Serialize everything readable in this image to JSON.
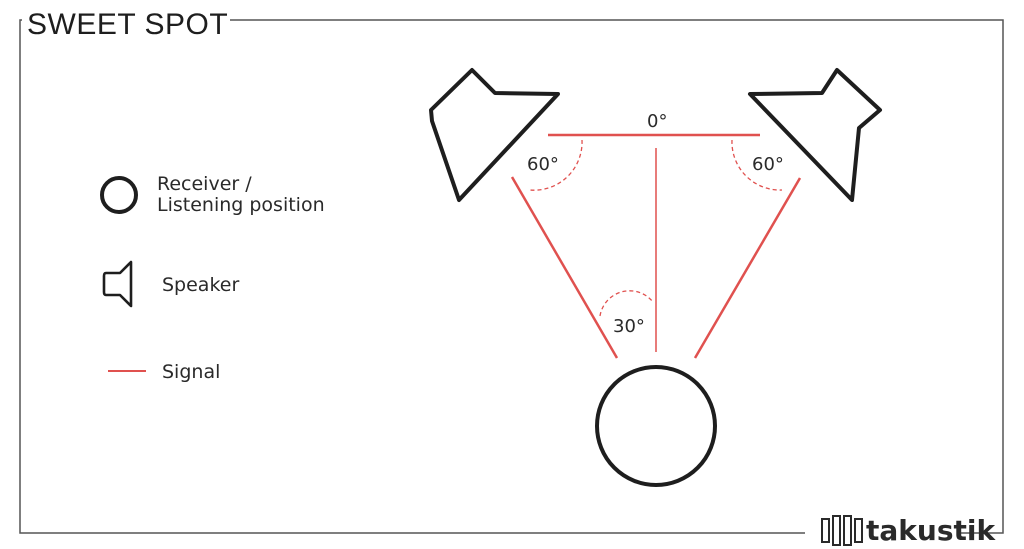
{
  "title": "SWEET SPOT",
  "legend": {
    "receiver_line1": "Receiver /",
    "receiver_line2": "Listening position",
    "speaker": "Speaker",
    "signal": "Signal"
  },
  "angles": {
    "top": "0°",
    "left": "60°",
    "right": "60°",
    "bottom": "30°"
  },
  "brand": "takustik",
  "colors": {
    "signal": "#e0514f",
    "ink": "#1e1e1e",
    "frame": "#555555"
  }
}
